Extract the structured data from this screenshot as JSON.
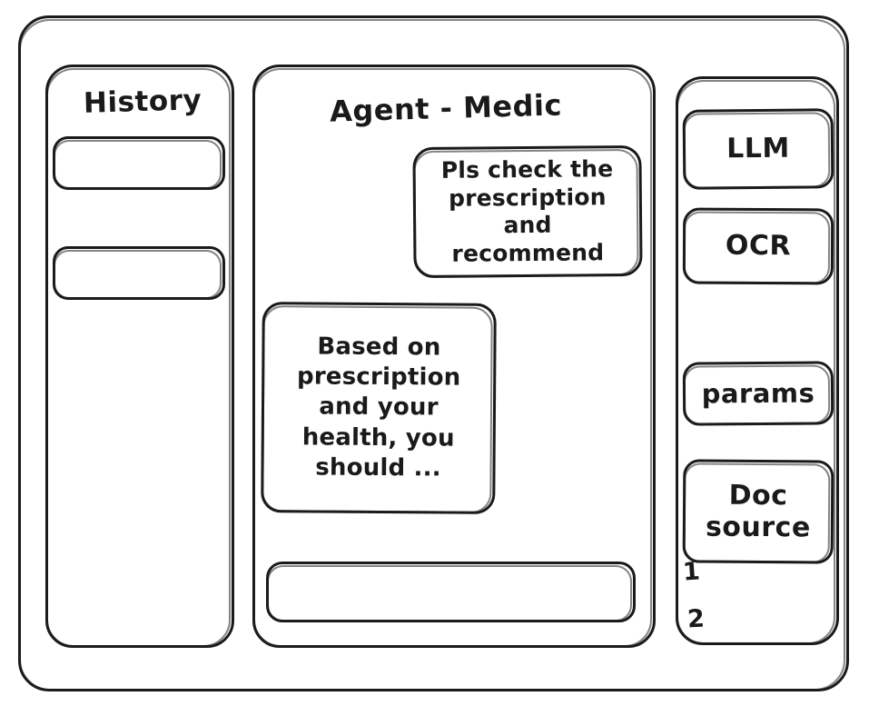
{
  "app": {
    "frame_label": "app-window",
    "stroke_color": "#1a1a1a",
    "background_color": "#ffffff"
  },
  "history": {
    "title": "History",
    "items": [
      {
        "label": ""
      },
      {
        "label": ""
      }
    ]
  },
  "chat": {
    "title": "Agent - Medic",
    "messages": [
      {
        "role": "user",
        "text": "Pls check the\nprescription\nand recommend"
      },
      {
        "role": "agent",
        "text": "Based on\nprescription\nand your\nhealth, you\nshould ..."
      }
    ],
    "composer": {
      "value": "",
      "placeholder": ""
    }
  },
  "tools": {
    "items": [
      {
        "label": "LLM"
      },
      {
        "label": "OCR"
      },
      {
        "label": "params"
      },
      {
        "label": "Doc\nsource"
      }
    ],
    "sources": [
      {
        "label": "1"
      },
      {
        "label": "2"
      }
    ]
  }
}
